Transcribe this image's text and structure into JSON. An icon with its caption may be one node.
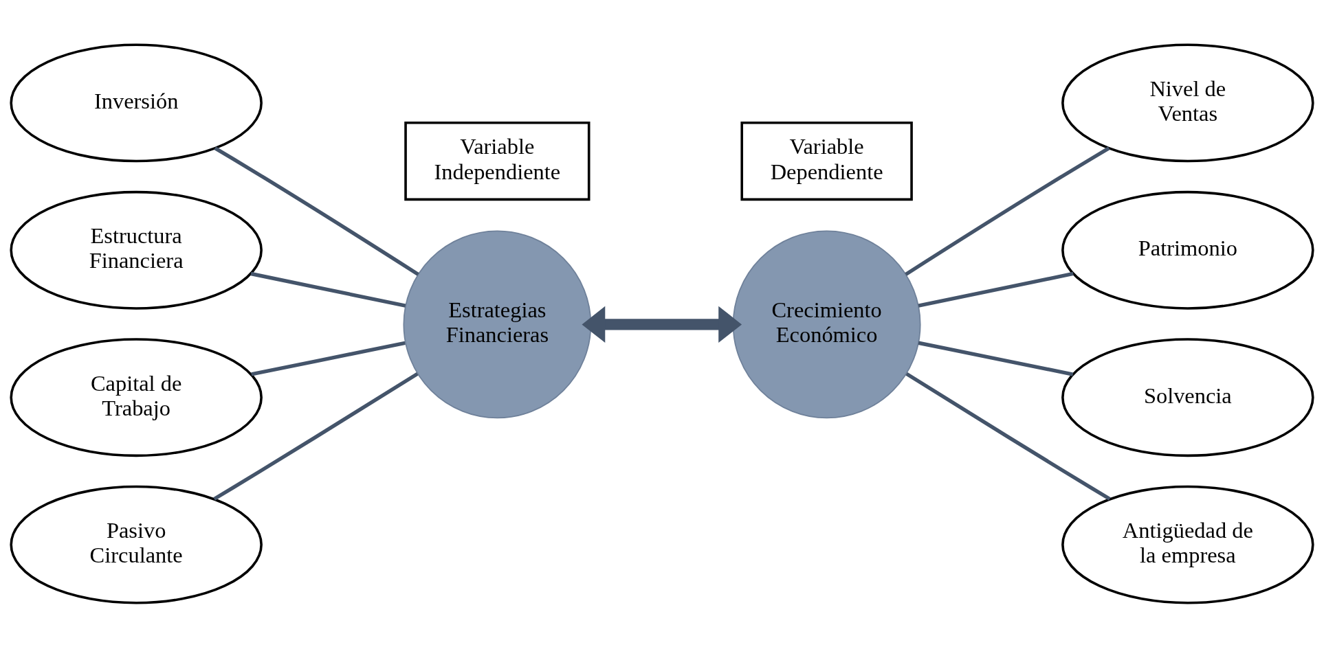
{
  "diagram": {
    "nodes": [
      {
        "text": [
          "Estrategias Financieras"
        ]
      },
      {
        "text": [
          "Crecimiento Económico"
        ]
      },
      {
        "text": [
          "Inversión"
        ]
      },
      {
        "text": [
          "Estructura Financiera"
        ]
      },
      {
        "text": [
          "Capital de Trabajo"
        ]
      },
      {
        "text": [
          "Pasivo Circulante"
        ]
      },
      {
        "text": [
          "Nivel de Ventas"
        ]
      },
      {
        "text": [
          "Patrimonio"
        ]
      },
      {
        "text": [
          "Solvencia"
        ]
      },
      {
        "text": [
          "Antigüedad de la empresa"
        ]
      },
      {
        "text": [
          "Variable Independiente"
        ]
      },
      {
        "text": [
          "Variable Dependiente"
        ]
      }
    ],
    "edges": [
      {
        "from": 2,
        "to": 0,
        "arrow": "none"
      },
      {
        "from": 3,
        "to": 0,
        "arrow": "none"
      },
      {
        "from": 4,
        "to": 0,
        "arrow": "none"
      },
      {
        "from": 5,
        "to": 0,
        "arrow": "none"
      },
      {
        "from": 0,
        "to": 1,
        "arrow": "both",
        "style": "thick"
      },
      {
        "from": 1,
        "to": 6,
        "arrow": "none"
      },
      {
        "from": 1,
        "to": 7,
        "arrow": "none"
      },
      {
        "from": 1,
        "to": 8,
        "arrow": "none"
      },
      {
        "from": 1,
        "to": 9,
        "arrow": "none"
      }
    ]
  }
}
